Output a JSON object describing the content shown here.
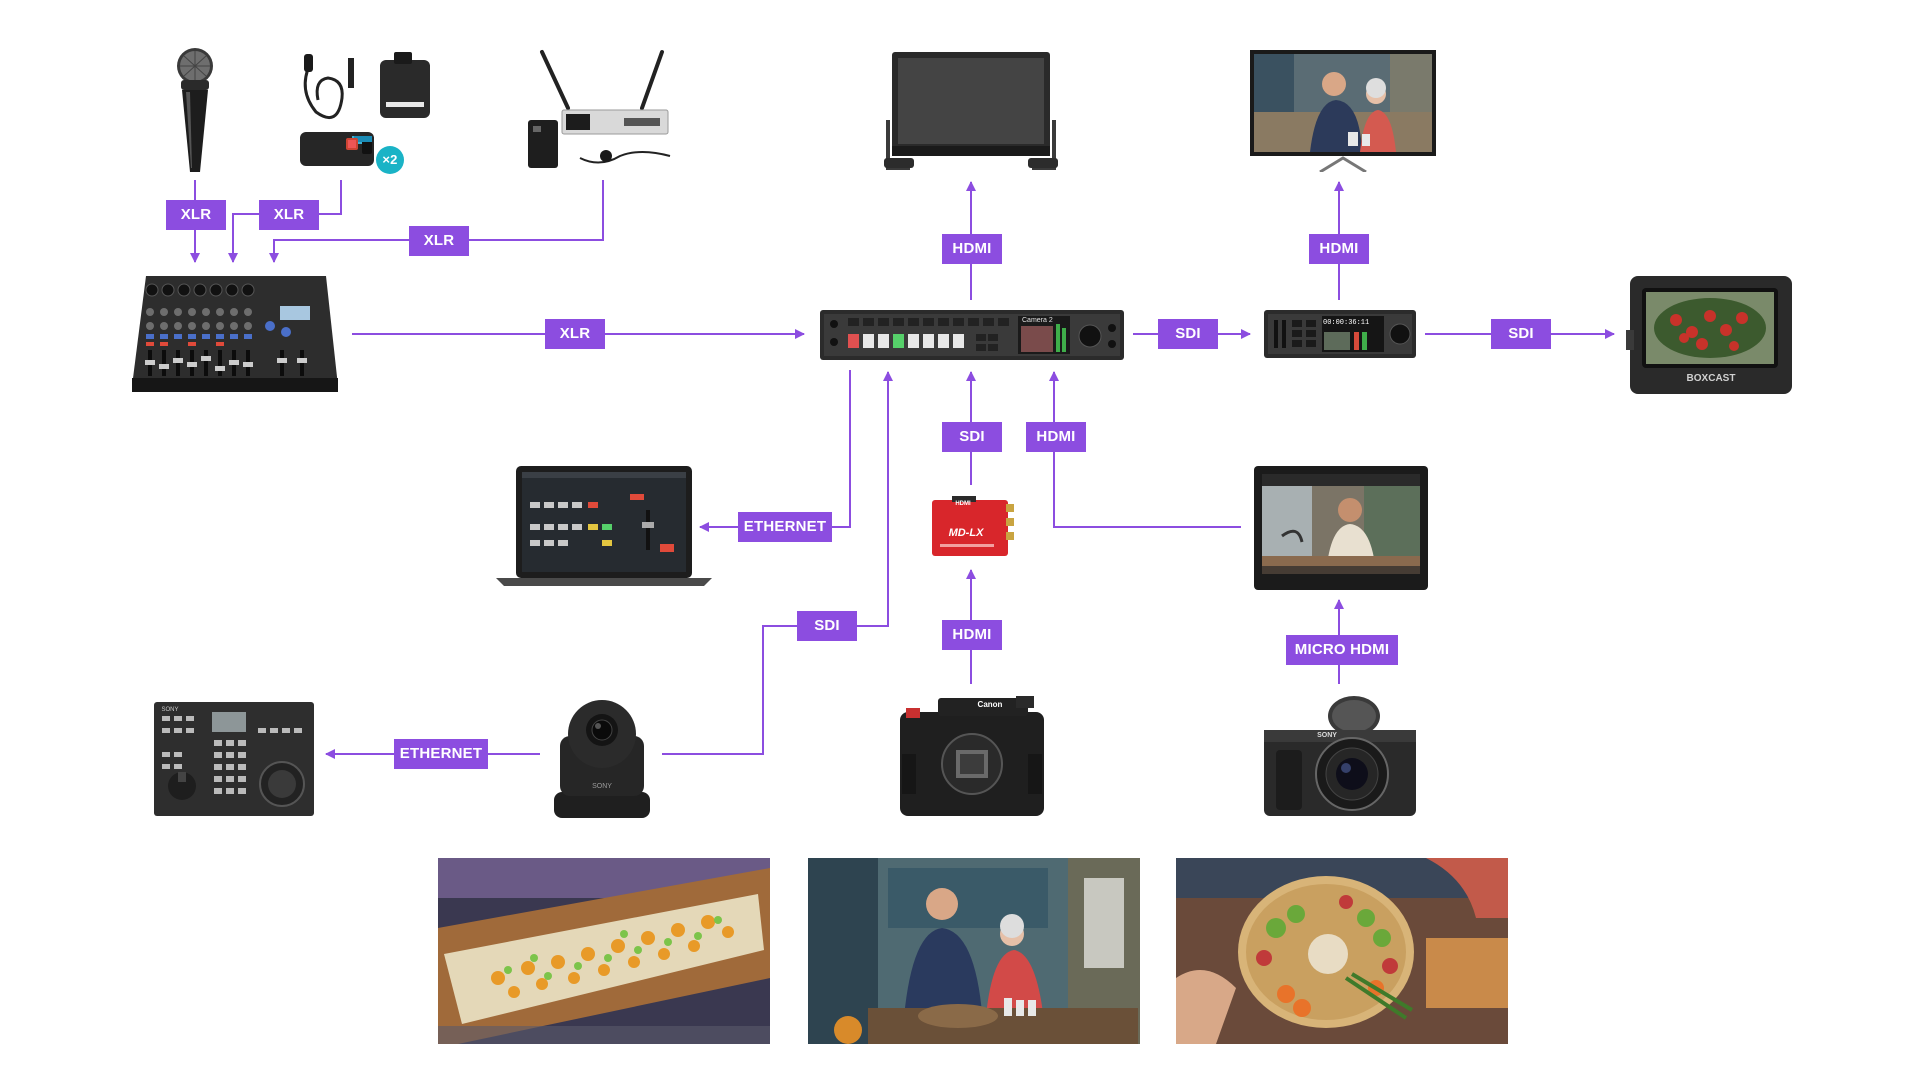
{
  "labels": {
    "xlr_mic": "XLR",
    "xlr_lav": "XLR",
    "xlr_wireless": "XLR",
    "xlr_mixer_out": "XLR",
    "hdmi_monitor": "HDMI",
    "hdmi_tv": "HDMI",
    "sdi_switcher_out": "SDI",
    "sdi_recorder_out": "SDI",
    "sdi_converter": "SDI",
    "hdmi_atomos": "HDMI",
    "ethernet_laptop": "ETHERNET",
    "sdi_ptz": "SDI",
    "hdmi_canon": "HDMI",
    "micro_hdmi_sony": "MICRO HDMI",
    "ethernet_controller": "ETHERNET"
  },
  "devices": {
    "wireless_multiplier": "×2",
    "converter_brand": "HDMI",
    "converter_model": "MD-LX",
    "boxcast_brand": "BOXCAST",
    "canon_brand": "Canon",
    "sony_brand": "SONY",
    "ptz_brand": "SONY",
    "controller_brand": "SONY",
    "switcher_screen_label": "Camera 2",
    "recorder_timecode": "00:00:36:11"
  },
  "colors": {
    "accent": "#8c4de0",
    "badge": "#1ab3c6",
    "converter_red": "#d8262b"
  }
}
